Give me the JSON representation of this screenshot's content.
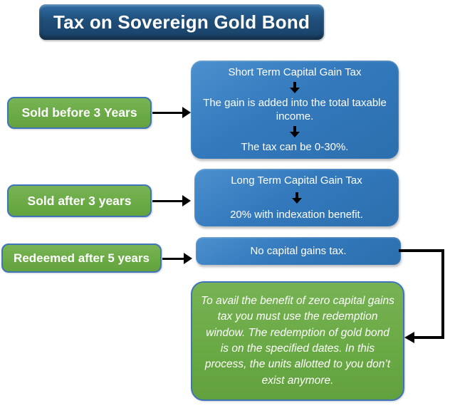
{
  "title": {
    "text": "Tax on Sovereign Gold Bond"
  },
  "rows": [
    {
      "label": "Sold before 3 Years",
      "result": {
        "heading": "Short Term Capital Gain Tax",
        "steps": [
          "The gain is added into the total taxable income.",
          "The tax can be 0-30%."
        ]
      }
    },
    {
      "label": "Sold after 3 years",
      "result": {
        "heading": "Long Term Capital Gain Tax",
        "steps": [
          "20% with indexation benefit."
        ]
      }
    },
    {
      "label": "Redeemed after 5 years",
      "result": {
        "heading": "No capital gains tax.",
        "steps": []
      }
    }
  ],
  "note": {
    "text": "To avail the benefit of zero capital gains tax you must use the redemption window. The redemption of gold bond is on the specified dates. In this process, the units allotted to you don’t exist anymore."
  },
  "colors": {
    "title_bg": "#1F4E79",
    "process_blue": "#3379BC",
    "label_green": "#6AAA45",
    "label_border_blue": "#3F74BA",
    "connector_black": "#000000",
    "text_white": "#FFFFFF"
  },
  "icons": {
    "down_arrow": "down-arrow",
    "right_arrow": "right-arrow"
  }
}
